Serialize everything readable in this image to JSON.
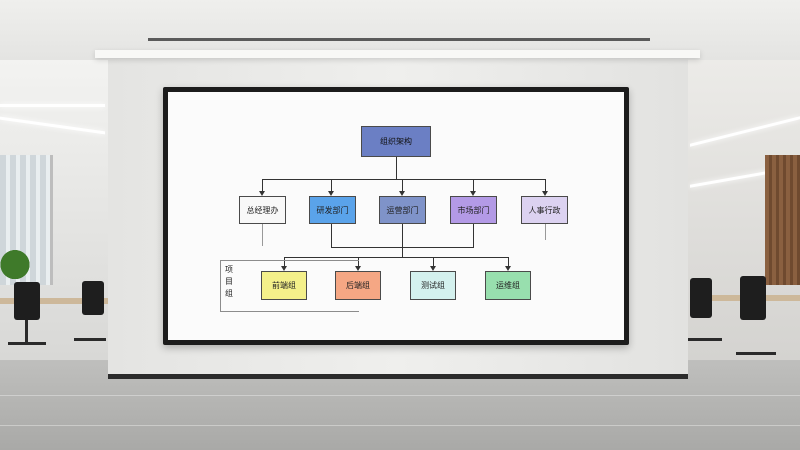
{
  "scene": "office-wall-display",
  "colors": {
    "top_node": "#6b7fc4",
    "node_1": "#f8f8f8",
    "node_2": "#5aa3ea",
    "node_3": "#7f93c9",
    "node_4": "#b39ae6",
    "node_5": "#dcd2f1",
    "leaf_1": "#f4f08a",
    "leaf_2": "#f5a784",
    "leaf_3": "#d4f1ee",
    "leaf_4": "#98dfae"
  },
  "diagram": {
    "top": "组织架构",
    "level2": [
      "总经理办",
      "研发部门",
      "运营部门",
      "市场部门",
      "人事行政"
    ],
    "level3": [
      "前端组",
      "后端组",
      "测试组",
      "运维组"
    ],
    "side_label": [
      "项",
      "目",
      "组"
    ]
  }
}
